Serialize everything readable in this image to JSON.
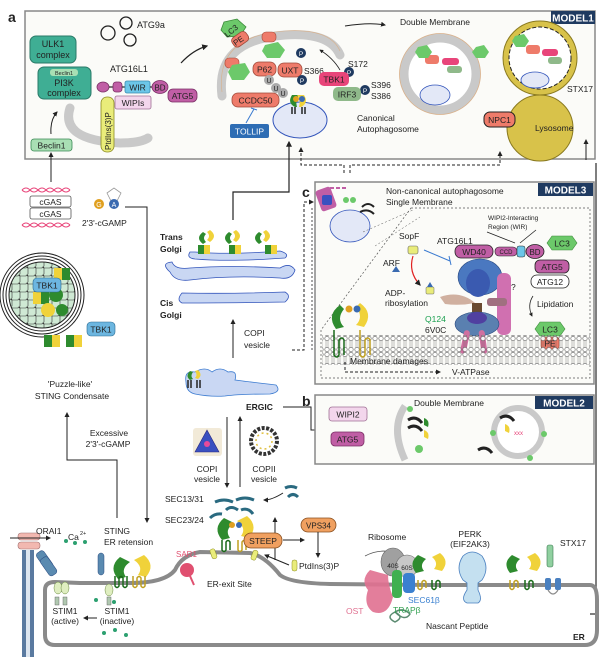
{
  "panels": {
    "a": {
      "letter": "a",
      "model": "MODEL1"
    },
    "b": {
      "letter": "b",
      "model": "MODEL2",
      "title": "Double Membrane"
    },
    "c": {
      "letter": "c",
      "model": "MODEL3",
      "title1": "Non-canonical autophagosome",
      "title2": "Single Membrane"
    }
  },
  "model1": {
    "atg9a": "ATG9a",
    "ulk1_1": "ULK1",
    "ulk1_2": "complex",
    "beclin1_small": "Beclin1",
    "pi3k_1": "PI3K",
    "pi3k_2": "complex",
    "beclin1": "Beclin1",
    "atg16l1": "ATG16L1",
    "wir": "WIR",
    "bd": "BD",
    "atg5": "ATG5",
    "wipis": "WIPIs",
    "ptdins3p": "PtdIns(3)P",
    "lc3": "LC3",
    "pe": "PE",
    "p62": "P62",
    "uxt": "UXT",
    "u": "U",
    "p": "P",
    "s366": "S366",
    "s172": "S172",
    "s396": "S396",
    "s386": "S386",
    "tbk1": "TBK1",
    "irf3": "IRF3",
    "ccdc50": "CCDC50",
    "tollip": "TOLLIP",
    "canonical1": "Canonical",
    "canonical2": "Autophagosome",
    "double_membrane": "Double Membrane",
    "npc1": "NPC1",
    "lysosome": "Lysosome",
    "stx17": "STX17"
  },
  "cgas": {
    "cgas1": "cGAS",
    "cgas2": "cGAS",
    "g": "G",
    "a": "A",
    "cgamp": "2'3'-cGAMP"
  },
  "condensate": {
    "tbk1a": "TBK1",
    "tbk1b": "TBK1",
    "label1": "'Puzzle-like'",
    "label2": "STING Condensate",
    "excessive1": "Excessive",
    "excessive2": "2'3'-cGAMP"
  },
  "golgi": {
    "trans1": "Trans",
    "trans2": "Golgi",
    "cis1": "Cis",
    "cis2": "Golgi",
    "copi1": "COPI",
    "copi2": "vesicle",
    "ergic": "ERGIC",
    "copi_v1": "COPI",
    "copi_v2": "vesicle",
    "copii_v1": "COPII",
    "copii_v2": "vesicle"
  },
  "model3": {
    "wipi2_int1": "WIPI2-Interacting",
    "wipi2_int2": "Region (WIR)",
    "sopf": "SopF",
    "atg16l1": "ATG16L1",
    "wd40": "WD40",
    "ccd": "CCD",
    "bd": "BD",
    "lc3": "LC3",
    "arf": "ARF",
    "atg5": "ATG5",
    "atg12": "ATG12",
    "adp1": "ADP-",
    "adp2": "ribosylation",
    "question": "?",
    "lipidation": "Lipidation",
    "q124": "Q124",
    "v0c": "6V0C",
    "lc3b": "LC3",
    "pe": "PE",
    "membrane_damages": "Membrane damages",
    "vatpase": "V-ATPase"
  },
  "model2": {
    "wipi2": "WIPI2",
    "atg5": "ATG5"
  },
  "er": {
    "sec13": "SEC13/31",
    "sec23": "SEC23/24",
    "vps34": "VPS34",
    "steep": "STEEP",
    "ptdins3p": "PtdIns(3)P",
    "sar1": "SAR1",
    "er_exit": "ER-exit Site",
    "orai1": "ORAI1",
    "ca": "Ca",
    "ca_sup": "2+",
    "sting1": "STING",
    "sting2": "ER retension",
    "stim1_active1": "STIM1",
    "stim1_active2": "(active)",
    "stim1_inactive1": "STIM1",
    "stim1_inactive2": "(inactive)",
    "ribosome": "Ribosome",
    "s40": "40S",
    "s60": "60S",
    "perk1": "PERK",
    "perk2": "(EIF2AK3)",
    "stx17": "STX17",
    "ost": "OST",
    "sec61b": "SEC61β",
    "trapb": "TRAPβ",
    "nascent": "Nascant Peptide",
    "er": "ER"
  },
  "colors": {
    "model_badge": "#1f3a60",
    "teal_complex": "#3fae94",
    "beclin": "#a9dfb4",
    "magenta": "#c05ea5",
    "wir_blue": "#6cc6e8",
    "wipi_pink": "#f3d6ec",
    "ptdins_yellow": "#e9ec7a",
    "lc3_green": "#6cc96a",
    "salmon": "#ee7b6a",
    "tbk1_pink": "#e8457a",
    "irf3_green": "#8fb98a",
    "tollip_blue": "#2e6db4",
    "phospho_navy": "#1f3a60",
    "sting_green": "#2e8b2e",
    "sting_yellow": "#f0d23a",
    "lysosome": "#d8c24a",
    "golgi": "#c9d7f3",
    "steep_orange": "#f0a060",
    "sar1_red": "#e05070",
    "er_gray": "#8a8a8a"
  }
}
